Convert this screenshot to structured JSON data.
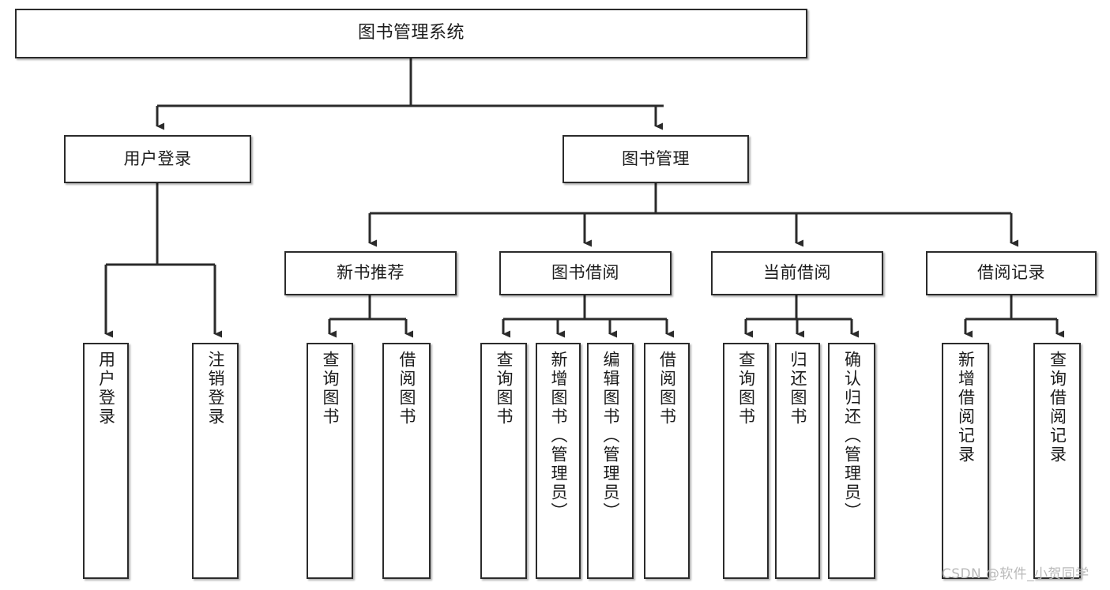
{
  "diagram": {
    "title": "图书管理系统",
    "type": "hierarchy-tree",
    "watermark": "CSDN @软件_小贺同学",
    "accent_color": "#2b2b2b",
    "background_color": "#ffffff",
    "nodes": {
      "root": {
        "label": "图书管理系统",
        "level": 0,
        "orientation": "horizontal"
      },
      "login": {
        "label": "用户登录",
        "level": 1,
        "orientation": "horizontal"
      },
      "bookmgmt": {
        "label": "图书管理",
        "level": 1,
        "orientation": "horizontal"
      },
      "newbook": {
        "label": "新书推荐",
        "level": 2,
        "orientation": "horizontal"
      },
      "borrow": {
        "label": "图书借阅",
        "level": 2,
        "orientation": "horizontal"
      },
      "current": {
        "label": "当前借阅",
        "level": 2,
        "orientation": "horizontal"
      },
      "record": {
        "label": "借阅记录",
        "level": 2,
        "orientation": "horizontal"
      },
      "leaf1": {
        "label": "用户登录",
        "level": 3,
        "orientation": "vertical"
      },
      "leaf2": {
        "label": "注销登录",
        "level": 3,
        "orientation": "vertical"
      },
      "leaf3": {
        "label": "查询图书",
        "level": 3,
        "orientation": "vertical"
      },
      "leaf4": {
        "label": "借阅图书",
        "level": 3,
        "orientation": "vertical"
      },
      "leaf5": {
        "label": "查询图书",
        "level": 3,
        "orientation": "vertical"
      },
      "leaf6": {
        "label": "新增图书（管理员）",
        "level": 3,
        "orientation": "vertical"
      },
      "leaf7": {
        "label": "编辑图书（管理员）",
        "level": 3,
        "orientation": "vertical"
      },
      "leaf8": {
        "label": "借阅图书",
        "level": 3,
        "orientation": "vertical"
      },
      "leaf9": {
        "label": "查询图书",
        "level": 3,
        "orientation": "vertical"
      },
      "leaf10": {
        "label": "归还图书",
        "level": 3,
        "orientation": "vertical"
      },
      "leaf11": {
        "label": "确认归还（管理员）",
        "level": 3,
        "orientation": "vertical"
      },
      "leaf12": {
        "label": "新增借阅记录",
        "level": 3,
        "orientation": "vertical"
      },
      "leaf13": {
        "label": "查询借阅记录",
        "level": 3,
        "orientation": "vertical"
      }
    },
    "edges": [
      {
        "from": "root",
        "to": "login"
      },
      {
        "from": "root",
        "to": "bookmgmt"
      },
      {
        "from": "login",
        "to": "leaf1"
      },
      {
        "from": "login",
        "to": "leaf2"
      },
      {
        "from": "bookmgmt",
        "to": "newbook"
      },
      {
        "from": "bookmgmt",
        "to": "borrow"
      },
      {
        "from": "bookmgmt",
        "to": "current"
      },
      {
        "from": "bookmgmt",
        "to": "record"
      },
      {
        "from": "newbook",
        "to": "leaf3"
      },
      {
        "from": "newbook",
        "to": "leaf4"
      },
      {
        "from": "borrow",
        "to": "leaf5"
      },
      {
        "from": "borrow",
        "to": "leaf6"
      },
      {
        "from": "borrow",
        "to": "leaf7"
      },
      {
        "from": "borrow",
        "to": "leaf8"
      },
      {
        "from": "current",
        "to": "leaf9"
      },
      {
        "from": "current",
        "to": "leaf10"
      },
      {
        "from": "current",
        "to": "leaf11"
      },
      {
        "from": "record",
        "to": "leaf12"
      },
      {
        "from": "record",
        "to": "leaf13"
      }
    ]
  }
}
